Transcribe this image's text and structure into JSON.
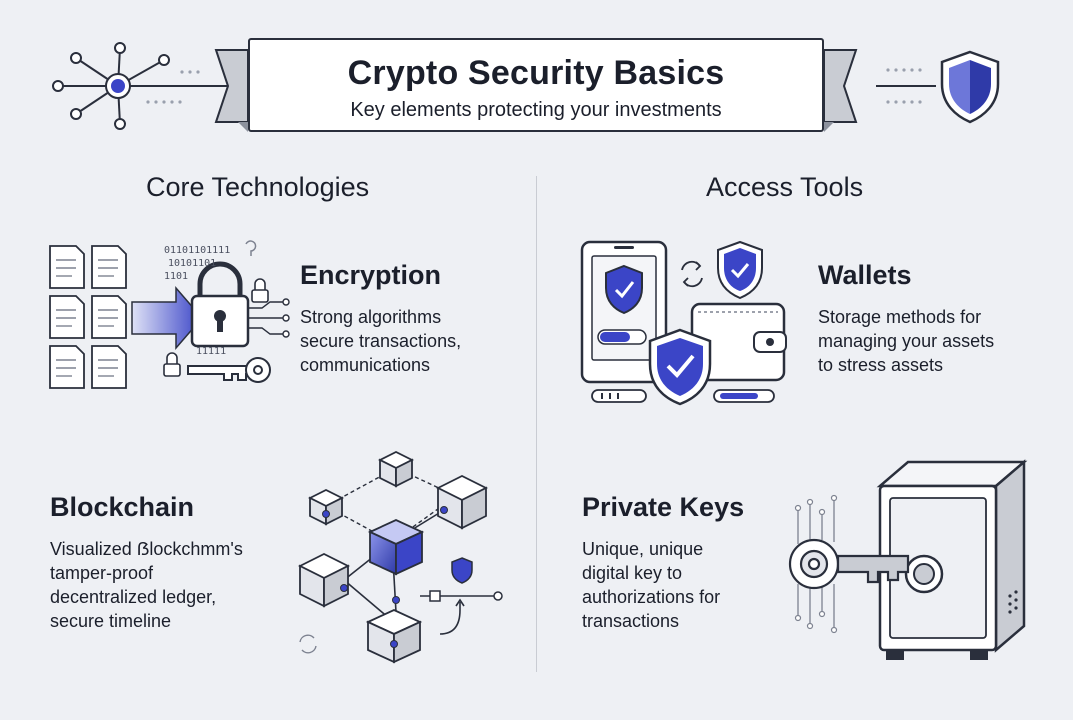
{
  "header": {
    "title": "Crypto Security Basics",
    "subtitle": "Key elements protecting your investments"
  },
  "sections": {
    "left_heading": "Core Technologies",
    "right_heading": "Access Tools"
  },
  "items": {
    "encryption": {
      "title": "Encryption",
      "lines": [
        "Strong algorithms",
        "secure transactions,",
        "communications"
      ],
      "binary": [
        "01101101111",
        "10101101",
        "1101",
        "11111"
      ]
    },
    "wallets": {
      "title": "Wallets",
      "lines": [
        "Storage methods for",
        "managing your assets",
        "to stress assets"
      ]
    },
    "blockchain": {
      "title": "Blockchain",
      "lines": [
        "Visualized ẞlockchmm's",
        "tamper-proof",
        "decentralized ledger,",
        "secure timeline"
      ]
    },
    "private_keys": {
      "title": "Private Keys",
      "lines": [
        "Unique, unique",
        "digital key to",
        "authorizations for",
        "transactions"
      ]
    }
  },
  "colors": {
    "accent": "#3b45c7",
    "accent_light": "#9fa6ee",
    "ink": "#2a2f3c",
    "background": "#eef0f4",
    "panel": "#ffffff"
  },
  "icons": [
    "network-node-icon",
    "shield-check-icon",
    "document-icon",
    "padlock-icon",
    "key-icon",
    "tablet-icon",
    "wallet-icon",
    "refresh-icon",
    "cube-icon",
    "safe-icon"
  ]
}
